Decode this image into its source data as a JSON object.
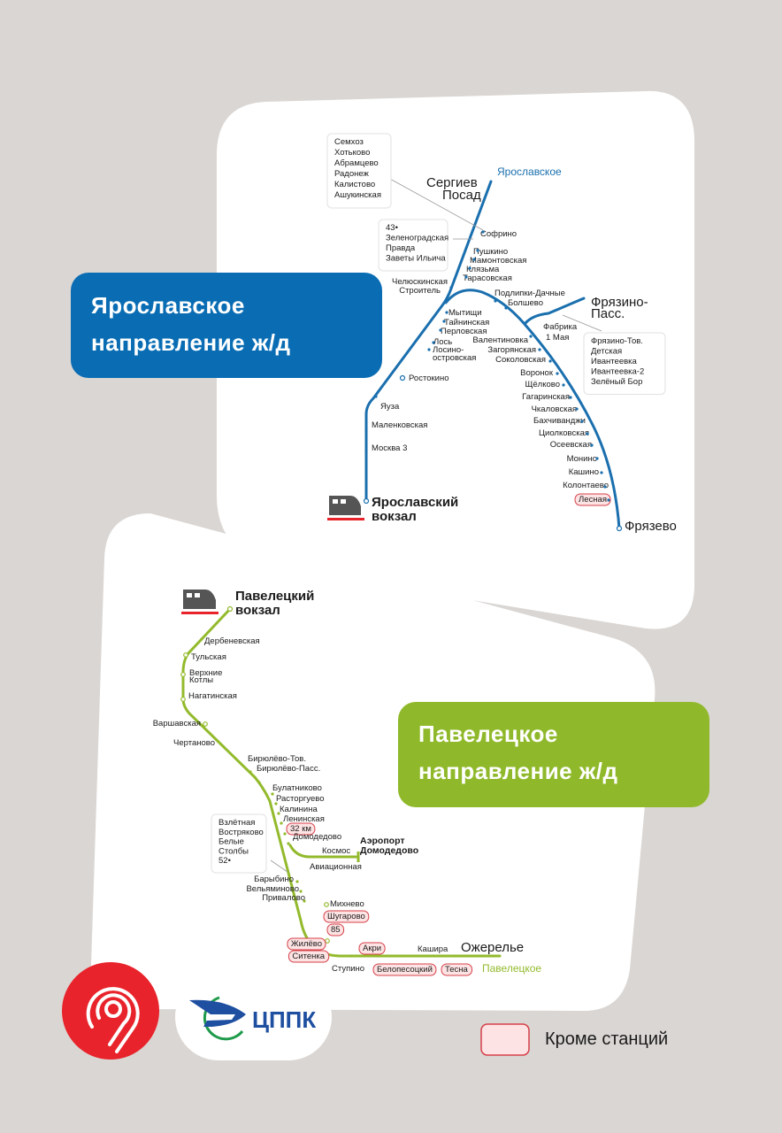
{
  "colors": {
    "background": "#dad6d3",
    "yaroslavl": "#1a6fae",
    "paveletsky": "#93ba2c",
    "excluded_fill": "#fde3e3",
    "excluded_stroke": "#d6404a",
    "mck_red": "#e8232b",
    "cppk_blue": "#1e4fa0",
    "cppk_green": "#1e9a4a"
  },
  "yaroslavl": {
    "title_line1": "Ярославское",
    "title_line2": "направление ж/д",
    "direction": "Ярославское",
    "terminus": [
      "Ярославский",
      "вокзал"
    ],
    "sergiev": [
      "Сергиев",
      "Посад"
    ],
    "fryazino": [
      "Фрязино-",
      "Пасс."
    ],
    "fryazevo": "Фрязево",
    "fabrika": [
      "Фабрика",
      "1 Мая"
    ],
    "losino": [
      "Лосино-",
      "островская"
    ],
    "stations": [
      {
        "name": "Софрино"
      },
      {
        "name": "Пушкино"
      },
      {
        "name": "Мамонтовская"
      },
      {
        "name": "Клязьма"
      },
      {
        "name": "Тарасовская"
      },
      {
        "name": "Челюскинская"
      },
      {
        "name": "Строитель"
      },
      {
        "name": "Подлипки-Дачные"
      },
      {
        "name": "Болшево"
      },
      {
        "name": "Мытищи"
      },
      {
        "name": "Тайнинская"
      },
      {
        "name": "Перловская"
      },
      {
        "name": "Лось"
      },
      {
        "name": "Валентиновка"
      },
      {
        "name": "Загорянская"
      },
      {
        "name": "Соколовская"
      },
      {
        "name": "Воронок"
      },
      {
        "name": "Щёлково"
      },
      {
        "name": "Гагаринская"
      },
      {
        "name": "Чкаловская"
      },
      {
        "name": "Бахчиванджи"
      },
      {
        "name": "Циолковская"
      },
      {
        "name": "Осеевская"
      },
      {
        "name": "Монино"
      },
      {
        "name": "Кашино"
      },
      {
        "name": "Колонтаево"
      },
      {
        "name": "Лесная",
        "skip": true
      },
      {
        "name": "Ростокино"
      },
      {
        "name": "Яуза"
      },
      {
        "name": "Маленковская"
      },
      {
        "name": "Москва 3"
      }
    ],
    "boxes": [
      [
        "Семхоз",
        "Хотьково",
        "Абрамцево",
        "Радонеж",
        "Калистово",
        "Ашукинская"
      ],
      [
        "43•",
        "Зеленоградская",
        "Правда",
        "Заветы Ильича"
      ],
      [
        "Фрязино-Тов.",
        "Детская",
        "Ивантеевка",
        "Ивантеевка-2",
        "Зелёный Бор"
      ]
    ]
  },
  "paveletsky": {
    "title_line1": "Павелецкое",
    "title_line2": "направление ж/д",
    "direction": "Павелецкое",
    "terminus": [
      "Павелецкий",
      "вокзал"
    ],
    "airport": [
      "Аэропорт",
      "Домодедово"
    ],
    "ozherelye": "Ожерелье",
    "verkhnie": [
      "Верхние",
      "Котлы"
    ],
    "stations": [
      {
        "name": "Дербеневская"
      },
      {
        "name": "Тульская"
      },
      {
        "name": "Нагатинская"
      },
      {
        "name": "Варшавская"
      },
      {
        "name": "Чертаново"
      },
      {
        "name": "Бирюлёво-Тов."
      },
      {
        "name": "Бирюлёво-Пасс."
      },
      {
        "name": "Булатниково"
      },
      {
        "name": "Расторгуево"
      },
      {
        "name": "Калинина"
      },
      {
        "name": "Ленинская"
      },
      {
        "name": "32 км",
        "skip": true
      },
      {
        "name": "Домодедово"
      },
      {
        "name": "Космос"
      },
      {
        "name": "Авиационная"
      },
      {
        "name": "Барыбино"
      },
      {
        "name": "Вельяминово"
      },
      {
        "name": "Привалово"
      },
      {
        "name": "Михнево"
      },
      {
        "name": "Шугарово",
        "skip": true
      },
      {
        "name": "85",
        "skip": true
      },
      {
        "name": "Жилёво",
        "skip": true
      },
      {
        "name": "Ситенка",
        "skip": true
      },
      {
        "name": "Акри",
        "skip": true
      },
      {
        "name": "Кашира"
      },
      {
        "name": "Ступино"
      },
      {
        "name": "Белопесоцкий",
        "skip": true
      },
      {
        "name": "Тесна",
        "skip": true
      }
    ],
    "box": [
      "Взлётная",
      "Востряково",
      "Белые",
      "Столбы",
      "52•"
    ]
  },
  "legend": {
    "label": "Кроме станций"
  },
  "logos": {
    "cppk": "ЦППК"
  }
}
